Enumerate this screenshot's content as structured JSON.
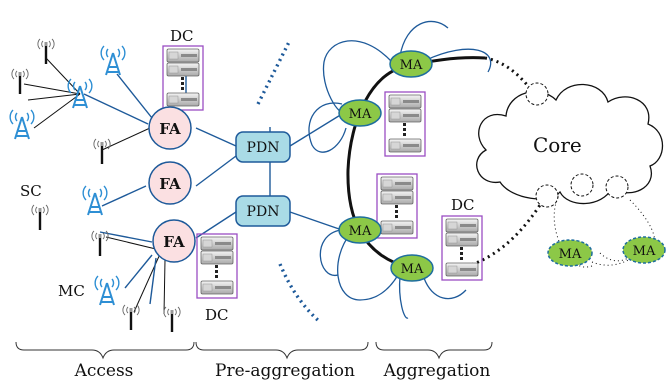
{
  "labels": {
    "dc_top": "DC",
    "dc_right": "DC",
    "dc_bottom": "DC",
    "sc": "SC",
    "mc": "MC",
    "core": "Core"
  },
  "fa_nodes": [
    "FA",
    "FA",
    "FA"
  ],
  "pdn_nodes": [
    "PDN",
    "PDN"
  ],
  "ma_nodes": [
    "MA",
    "MA",
    "MA",
    "MA",
    "MA",
    "MA"
  ],
  "sections": {
    "access": "Access",
    "pre_aggregation": "Pre-aggregation",
    "aggregation": "Aggregation"
  },
  "colors": {
    "fa_fill": "#fbe0e2",
    "pdn_fill": "#a9dbe6",
    "ma_fill": "#8cc847",
    "ma_stroke": "#1e6e9e",
    "link_blue": "#1e5a9a",
    "dc_box": "#9a4dc2",
    "antenna": "#2e8fd4"
  }
}
